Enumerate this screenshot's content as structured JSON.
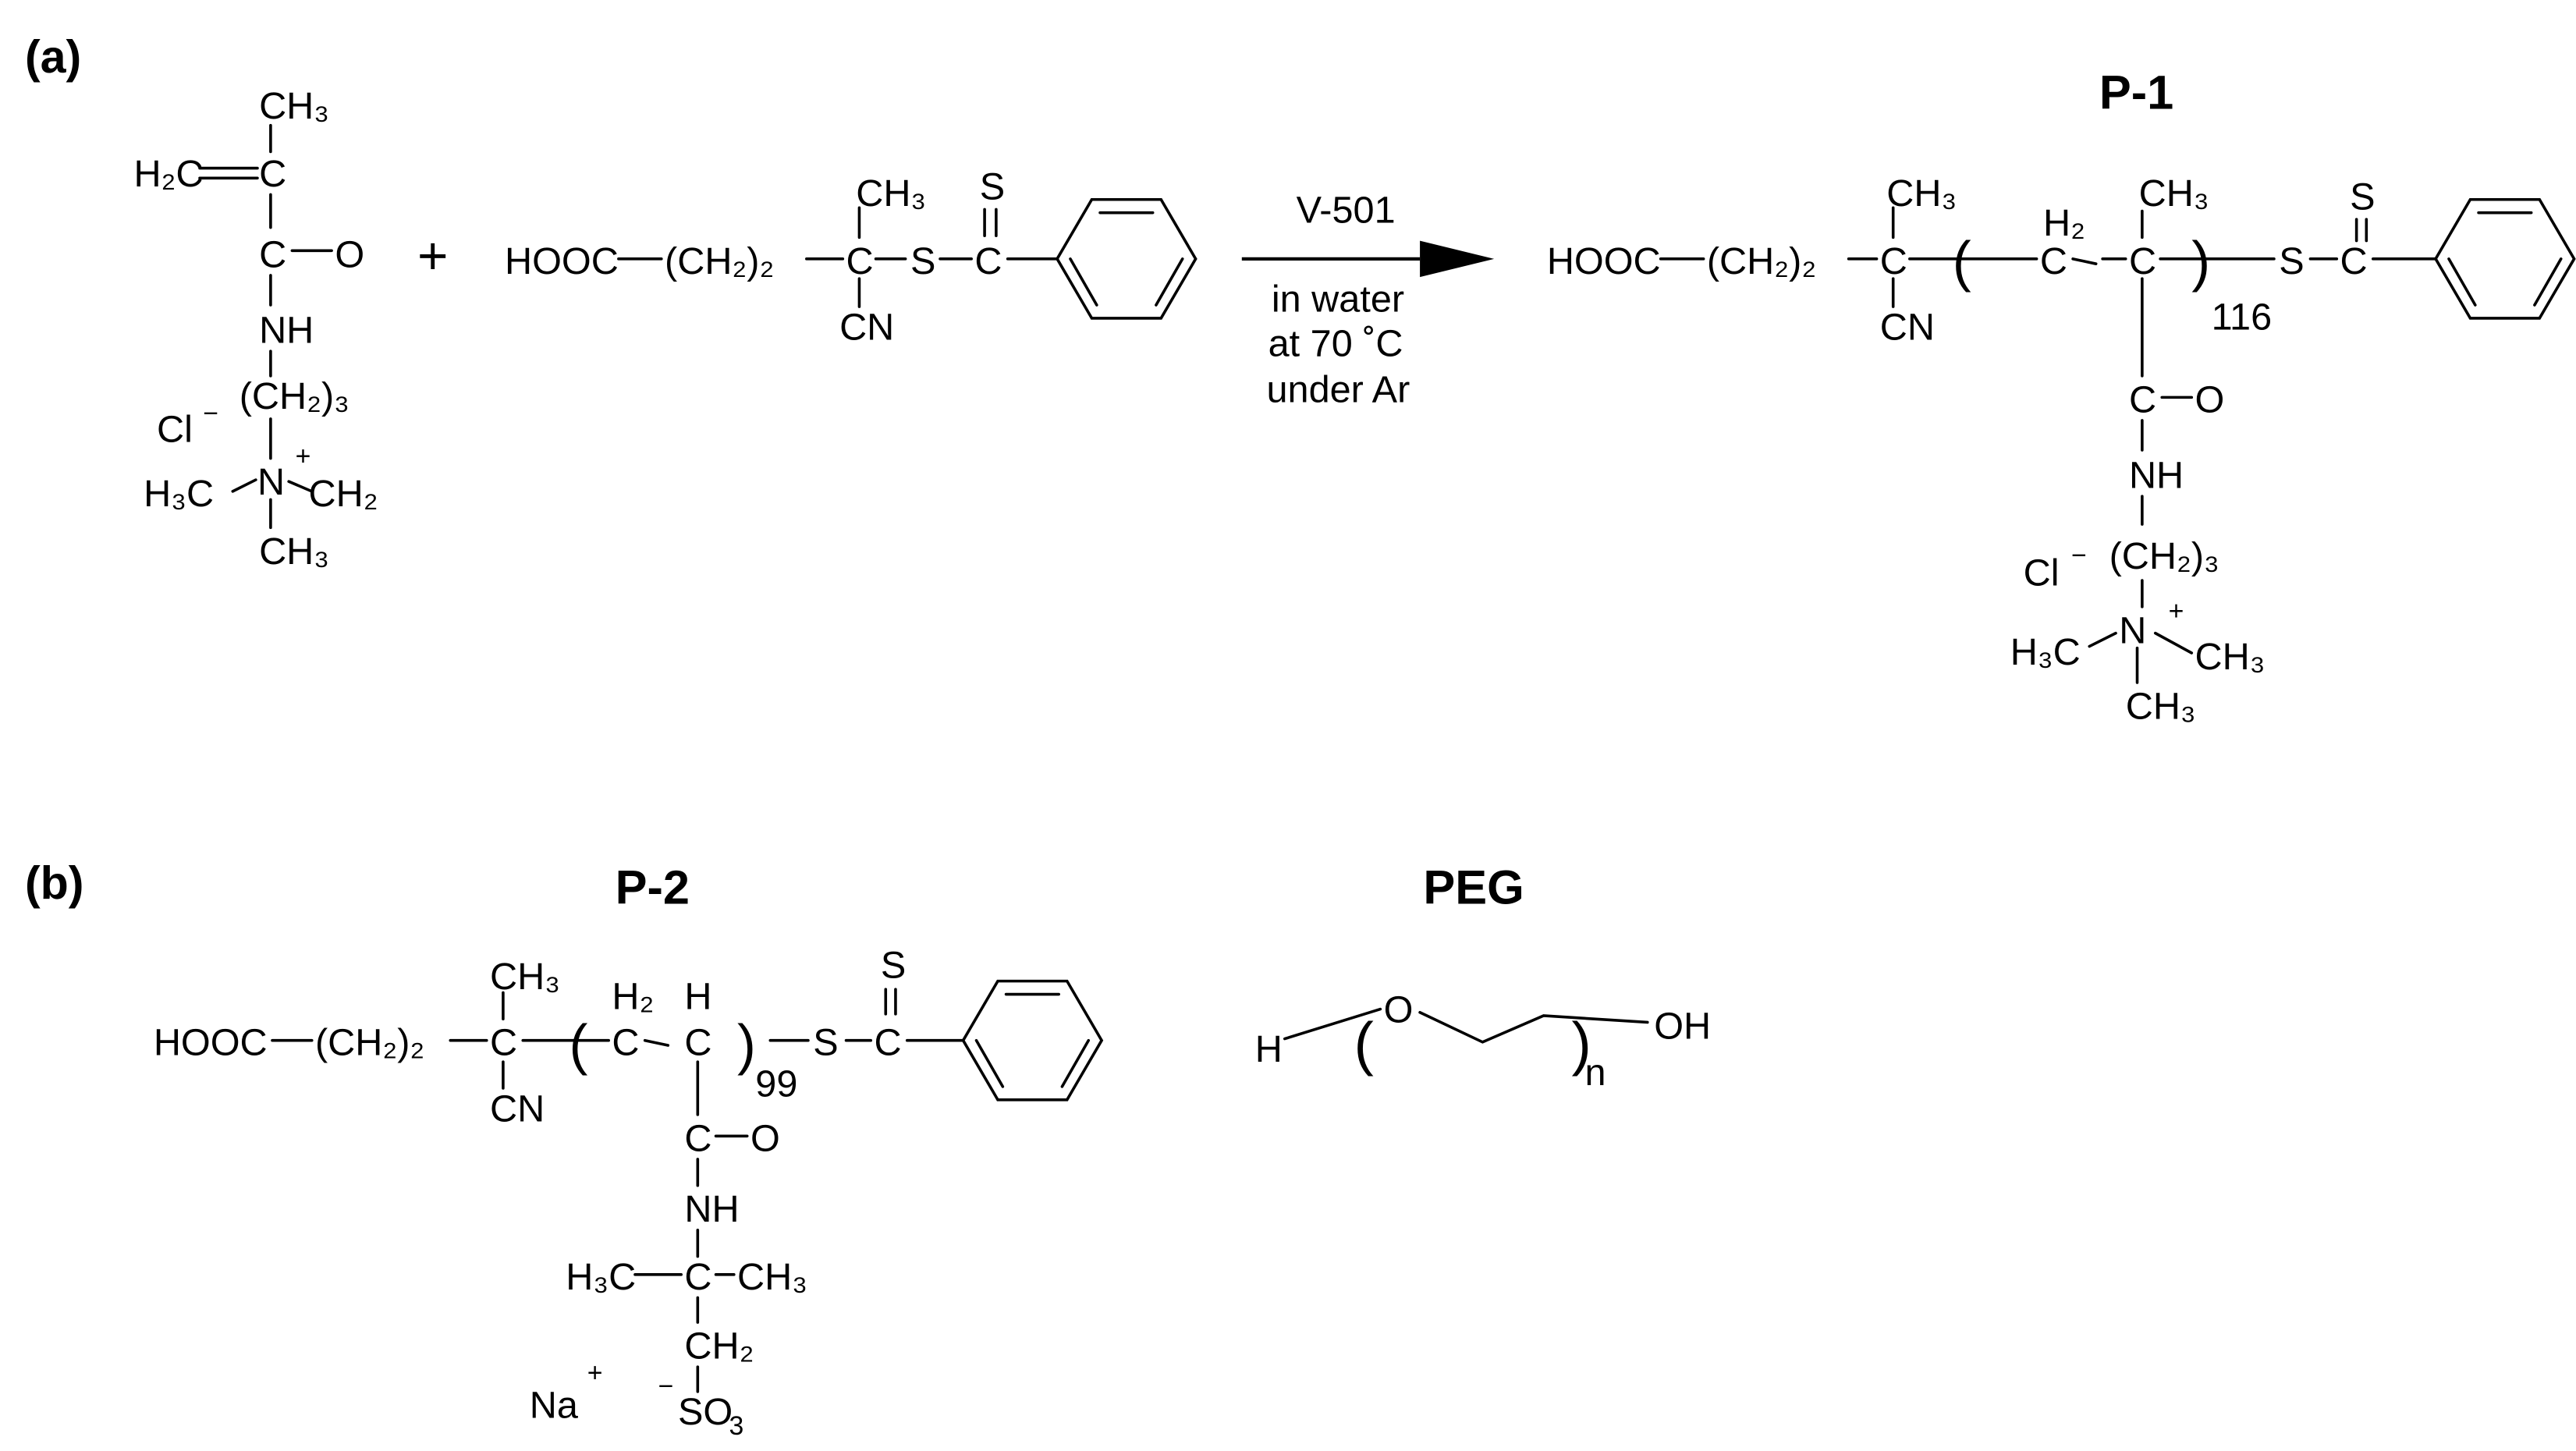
{
  "panel_labels": {
    "a": "(a)",
    "b": "(b)"
  },
  "compound_titles": {
    "p1": "P-1",
    "p2": "P-2",
    "peg": "PEG"
  },
  "reaction": {
    "plus": "+",
    "reagent": "V-501",
    "conditions": [
      "in water",
      "at 70 ˚C",
      "under Ar"
    ]
  },
  "repeat_units": {
    "p1": "116",
    "p2": "99",
    "peg": "n"
  },
  "counterions": {
    "chloride": "Cl",
    "sodium": "Na",
    "sulfonate": "SO",
    "sulfonate_subscript": "3",
    "negative": "−",
    "positive": "+"
  },
  "atoms": {
    "carbon": "C",
    "oxygen": "O",
    "nitrogen": "N",
    "sulfur": "S",
    "hydrogen": "H",
    "nitrile": "CN",
    "amide_nh": "NH",
    "hydroxyl": "OH",
    "carboxyl": "HOOC",
    "methyl_left": "H₃C",
    "methyl": "CH₃",
    "methylene": "CH₂",
    "methylene_h": "H₂",
    "methylidene": "H₂C",
    "ethylene": "(CH₂)₂",
    "propylene": "(CH₂)₃"
  }
}
